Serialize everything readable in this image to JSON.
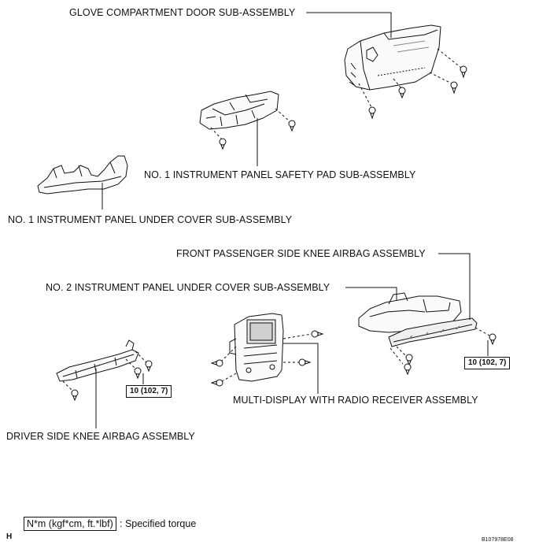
{
  "labels": {
    "glove_door": "GLOVE COMPARTMENT DOOR SUB-ASSEMBLY",
    "safety_pad": "NO. 1 INSTRUMENT PANEL SAFETY PAD SUB-ASSEMBLY",
    "under_cover_1": "NO. 1 INSTRUMENT PANEL UNDER COVER SUB-ASSEMBLY",
    "passenger_airbag": "FRONT PASSENGER SIDE KNEE AIRBAG ASSEMBLY",
    "under_cover_2": "NO. 2 INSTRUMENT PANEL UNDER COVER SUB-ASSEMBLY",
    "multi_display": "MULTI-DISPLAY WITH RADIO RECEIVER ASSEMBLY",
    "driver_airbag": "DRIVER SIDE KNEE AIRBAG ASSEMBLY"
  },
  "torque_values": {
    "driver_airbag": "10 (102, 7)",
    "passenger_airbag": "10 (102, 7)"
  },
  "legend": {
    "unit": "N*m (kgf*cm, ft.*lbf)",
    "description": ": Specified torque"
  },
  "corner_letter": "H",
  "figure_code": "B107978E08"
}
